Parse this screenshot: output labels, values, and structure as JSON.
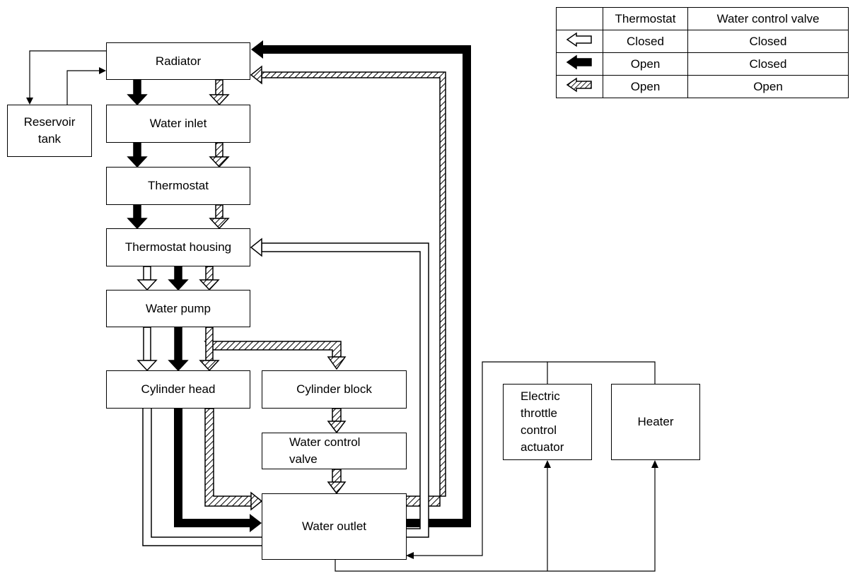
{
  "boxes": {
    "radiator": "Radiator",
    "reservoir_tank": "Reservoir\ntank",
    "water_inlet": "Water inlet",
    "thermostat": "Thermostat",
    "thermostat_housing": "Thermostat housing",
    "water_pump": "Water pump",
    "cylinder_head": "Cylinder head",
    "cylinder_block": "Cylinder block",
    "water_control_valve": "Water control\nvalve",
    "water_outlet": "Water outlet",
    "electric_throttle": "Electric\nthrottle\ncontrol\nactuator",
    "heater": "Heater"
  },
  "legend": {
    "header": [
      "",
      "Thermostat",
      "Water control valve"
    ],
    "rows": [
      {
        "arrow": "white-arrow-icon",
        "thermostat": "Closed",
        "valve": "Closed"
      },
      {
        "arrow": "black-arrow-icon",
        "thermostat": "Open",
        "valve": "Closed"
      },
      {
        "arrow": "hatched-arrow-icon",
        "thermostat": "Open",
        "valve": "Open"
      }
    ]
  }
}
